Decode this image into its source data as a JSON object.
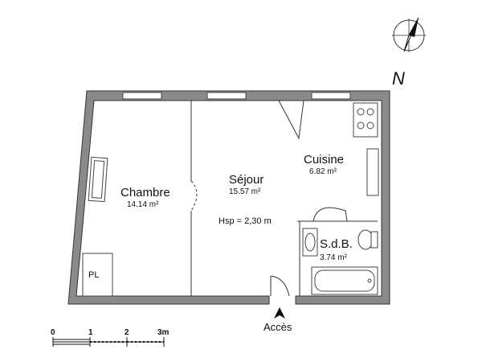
{
  "rooms": {
    "chambre": {
      "name": "Chambre",
      "area": "14.14 m²"
    },
    "sejour": {
      "name": "Séjour",
      "area": "15.57 m²"
    },
    "cuisine": {
      "name": "Cuisine",
      "area": "6.82 m²"
    },
    "sdb": {
      "name": "S.d.B.",
      "area": "3.74 m²"
    }
  },
  "ceiling_height": "Hsp = 2,30 m",
  "closet_label": "PL",
  "entrance_label": "Accès",
  "compass": {
    "north_label": "N"
  },
  "scale_bar": {
    "ticks": [
      "0",
      "1",
      "2",
      "3m"
    ]
  },
  "colors": {
    "wall": "#8a8a8a",
    "background": "#ffffff"
  }
}
